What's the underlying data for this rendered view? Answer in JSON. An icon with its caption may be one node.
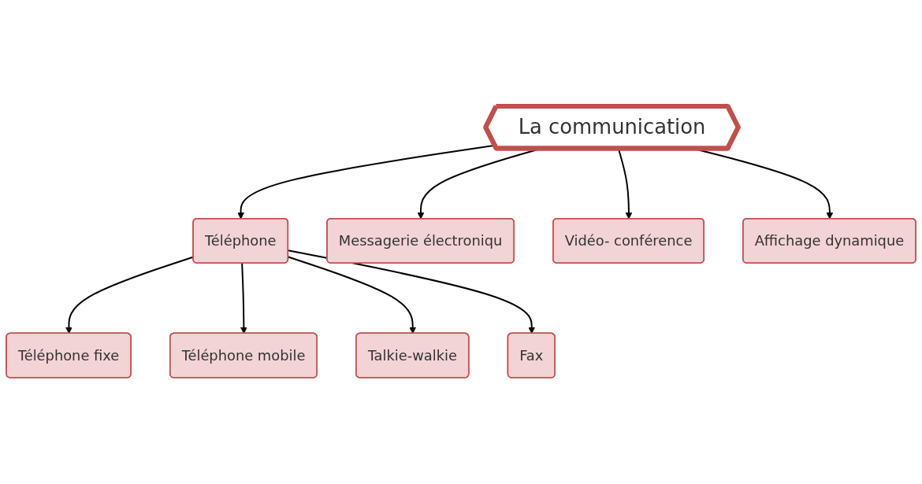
{
  "diagram": {
    "nodes": [
      {
        "text": [
          "La communication"
        ]
      },
      {
        "text": [
          "Téléphone"
        ]
      },
      {
        "text": [
          "Messagerie électroniqu"
        ]
      },
      {
        "text": [
          "Vidéo- conférence"
        ]
      },
      {
        "text": [
          "Affichage dynamique"
        ]
      },
      {
        "text": [
          "Téléphone fixe"
        ]
      },
      {
        "text": [
          "Téléphone mobile"
        ]
      },
      {
        "text": [
          "Talkie-walkie"
        ]
      },
      {
        "text": [
          "Fax"
        ]
      }
    ],
    "edges": [
      {
        "from": 0,
        "to": 1,
        "arrow": "to"
      },
      {
        "from": 0,
        "to": 2,
        "arrow": "to"
      },
      {
        "from": 0,
        "to": 3,
        "arrow": "to"
      },
      {
        "from": 0,
        "to": 4,
        "arrow": "to"
      },
      {
        "from": 1,
        "to": 5,
        "arrow": "to"
      },
      {
        "from": 1,
        "to": 6,
        "arrow": "to"
      },
      {
        "from": 1,
        "to": 7,
        "arrow": "to"
      },
      {
        "from": 1,
        "to": 8,
        "arrow": "to"
      }
    ]
  }
}
